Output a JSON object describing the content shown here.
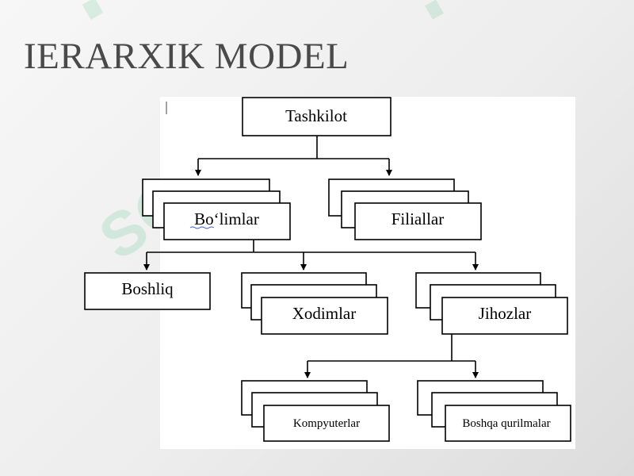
{
  "slide": {
    "title": "IERARXIK MODEL"
  },
  "watermark": {
    "text": "SOFF",
    "color": "#2db36b"
  },
  "colors": {
    "panel": "#ffffff",
    "box_stroke": "#000000",
    "title": "#4a4a4a"
  },
  "diagram": {
    "nodes": {
      "root": "Tashkilot",
      "departments": "Bo‘limlar",
      "branches": "Filiallar",
      "head": "Boshliq",
      "staff": "Xodimlar",
      "equipment": "Jihozlar",
      "computers": "Kompyuterlar",
      "other_devices": "Boshqa qurilmalar"
    }
  }
}
